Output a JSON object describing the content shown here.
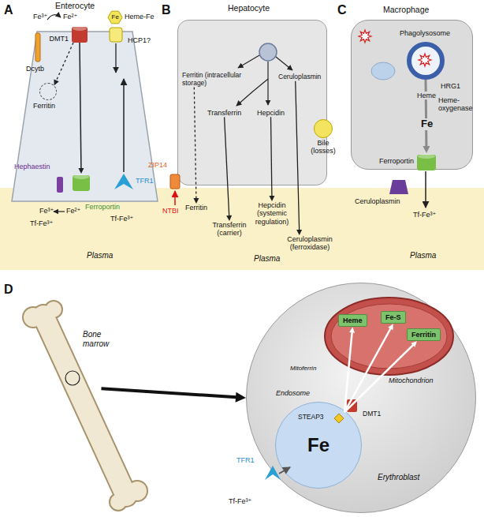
{
  "diagram": {
    "nodes": [
      {
        "text": [
          "Enterocyte"
        ]
      },
      {
        "text": [
          "DMT1"
        ],
        "in": 0
      },
      {
        "text": [
          "Ferritin"
        ],
        "in": 0
      },
      {
        "text": [
          "Ferroportin"
        ],
        "in": 0
      },
      {
        "text": [
          "Hepatocyte"
        ]
      },
      {
        "text": [
          "Ferritin (intracellular storage)"
        ],
        "in": 4
      },
      {
        "text": [
          "Transferrin"
        ],
        "in": 4
      },
      {
        "text": [
          "Hepcidin"
        ],
        "in": 4
      },
      {
        "text": [
          "Ceruloplasmin"
        ],
        "in": 4
      },
      {
        "text": [
          "Bile (losses)"
        ],
        "in": 4
      },
      {
        "text": [
          "Ferritin"
        ]
      },
      {
        "text": [
          "Transferrin (carrier)"
        ]
      },
      {
        "text": [
          "Hepcidin (systemic regulation)"
        ]
      },
      {
        "text": [
          "Ceruloplasmin (ferroxidase)"
        ]
      },
      {
        "text": [
          "Macrophage"
        ]
      },
      {
        "text": [
          "Phagolysosome"
        ],
        "in": 14
      },
      {
        "text": [
          "Ferroportin"
        ],
        "in": 14
      },
      {
        "text": [
          "Bone marrow"
        ]
      },
      {
        "text": [
          "Erythroblast"
        ]
      },
      {
        "text": [
          "Endosome",
          "Fe"
        ],
        "in": 18
      },
      {
        "text": [
          "Mitochondrion"
        ],
        "in": 18
      },
      {
        "text": [
          "Heme"
        ],
        "in": 20
      },
      {
        "text": [
          "Fe-S"
        ],
        "in": 20
      },
      {
        "text": [
          "Ferritin"
        ],
        "in": 20
      }
    ],
    "edges": [
      {
        "from": 1,
        "to": 3,
        "arrow": "to"
      },
      {
        "from": 1,
        "to": 2,
        "arrow": "to"
      },
      {
        "from": 5,
        "to": 10,
        "arrow": "to"
      },
      {
        "from": 6,
        "to": 11,
        "arrow": "to"
      },
      {
        "from": 7,
        "to": 12,
        "arrow": "to"
      },
      {
        "from": 8,
        "to": 13,
        "arrow": "to"
      },
      {
        "from": 15,
        "to": 16,
        "arrow": "to"
      },
      {
        "from": 17,
        "to": 18,
        "arrow": "to"
      },
      {
        "from": 19,
        "to": 21,
        "arrow": "to"
      },
      {
        "from": 19,
        "to": 22,
        "arrow": "to"
      },
      {
        "from": 19,
        "to": 23,
        "arrow": "to"
      }
    ],
    "labels": [
      "A",
      "Fe³⁺",
      "Fe²⁺",
      "Dcytb",
      "Fe",
      "Heme-Fe",
      "HCP1?",
      "Hephaestin",
      "TFR1",
      "Fe³⁺",
      "Fe²⁺",
      "Tf-Fe³⁺",
      "Tf-Fe³⁺",
      "Plasma",
      "B",
      "ZIP14",
      "NTBI",
      "Plasma",
      "C",
      "Heme",
      "HRG1",
      "Heme-oxygenase",
      "Fe",
      "Ceruloplasmin",
      "Tf-Fe³⁺",
      "Plasma",
      "D",
      "STEAP3",
      "DMT1",
      "Mitoferrin",
      "TFR1",
      "Tf-Fe³⁺"
    ]
  }
}
